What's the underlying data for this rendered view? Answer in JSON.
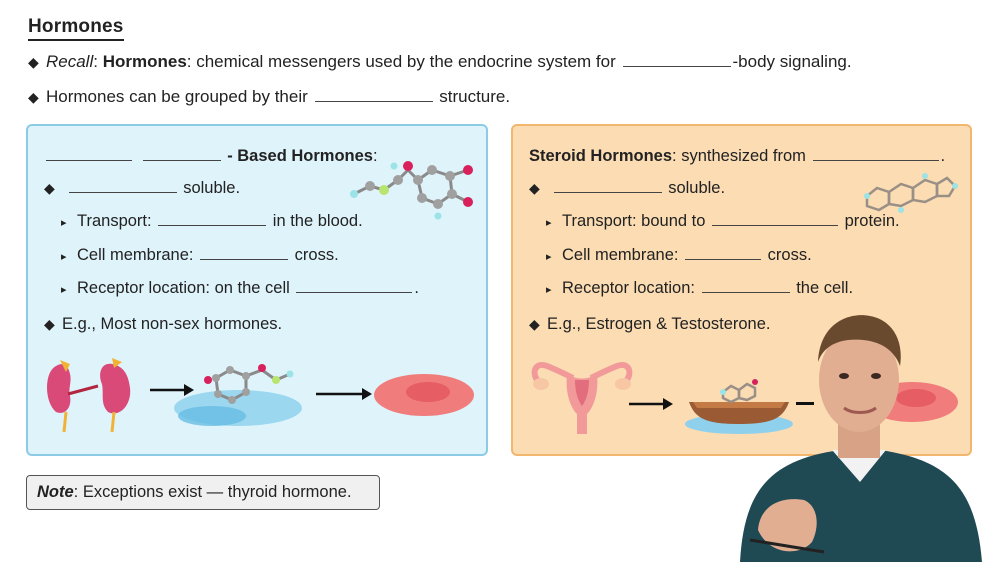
{
  "title": "Hormones",
  "bullets": {
    "line1": {
      "recall": "Recall",
      "term": "Hormones",
      "text": ": chemical messengers used by the endocrine system for",
      "after": "-body signaling."
    },
    "line2": {
      "text": "Hormones can be grouped by their",
      "after": "structure."
    }
  },
  "left_card": {
    "heading": "- Based Hormones",
    "colon": ":",
    "soluble": "soluble.",
    "transport_label": "Transport:",
    "transport_after": "in the blood.",
    "membrane_label": "Cell membrane:",
    "membrane_after": "cross.",
    "receptor_label": "Receptor location: on the cell",
    "receptor_after": ".",
    "example": "E.g., Most non-sex hormones."
  },
  "right_card": {
    "heading": "Steroid Hormones",
    "heading_after": ": synthesized from",
    "heading_end": ".",
    "soluble": "soluble.",
    "transport_label": "Transport: bound to",
    "transport_after": "protein.",
    "membrane_label": "Cell membrane:",
    "membrane_after": "cross.",
    "receptor_label": "Receptor location:",
    "receptor_after": "the cell.",
    "example": "E.g., Estrogen & Testosterone."
  },
  "note": {
    "label": "Note",
    "text": ": Exceptions exist — thyroid hormone."
  },
  "colors": {
    "blue_card": "#dff3fb",
    "orange_card": "#fbdcb3",
    "cell": "#f07c7c",
    "kidney": "#d94a78"
  },
  "icons": [
    "diamond-bullet",
    "triangle-bullet",
    "molecule-icon",
    "kidney-icon",
    "cell-icon",
    "uterus-icon",
    "boat-icon",
    "arrow-icon",
    "presenter-video"
  ]
}
